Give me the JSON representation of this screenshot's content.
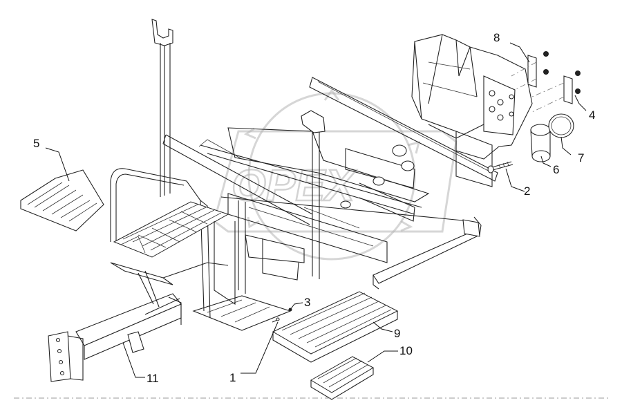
{
  "watermark": "OPEX",
  "callouts": [
    {
      "id": "1",
      "label": "1"
    },
    {
      "id": "2",
      "label": "2"
    },
    {
      "id": "3",
      "label": "3"
    },
    {
      "id": "4",
      "label": "4"
    },
    {
      "id": "5",
      "label": "5"
    },
    {
      "id": "6",
      "label": "6"
    },
    {
      "id": "7",
      "label": "7"
    },
    {
      "id": "8",
      "label": "8"
    },
    {
      "id": "9",
      "label": "9"
    },
    {
      "id": "10",
      "label": "10"
    },
    {
      "id": "11",
      "label": "11"
    }
  ]
}
